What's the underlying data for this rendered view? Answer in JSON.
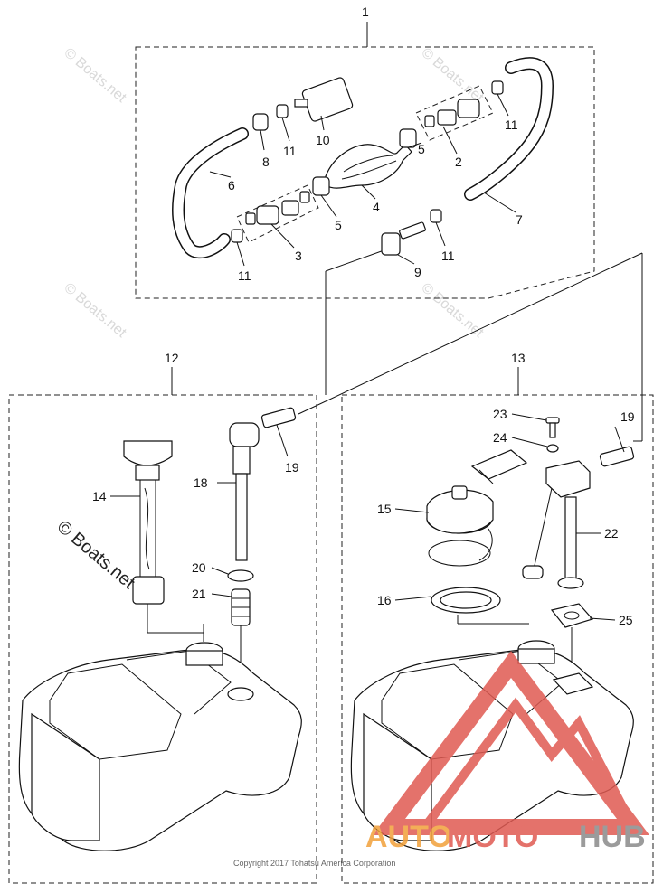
{
  "diagram": {
    "callouts": {
      "c1": "1",
      "c2": "2",
      "c3": "3",
      "c4": "4",
      "c5a": "5",
      "c5b": "5",
      "c6": "6",
      "c7": "7",
      "c8": "8",
      "c9": "9",
      "c10": "10",
      "c11a": "11",
      "c11b": "11",
      "c11c": "11",
      "c11d": "11",
      "c12": "12",
      "c13": "13",
      "c14": "14",
      "c15": "15",
      "c16": "16",
      "c18": "18",
      "c19a": "19",
      "c19b": "19",
      "c20": "20",
      "c21": "21",
      "c22": "22",
      "c23": "23",
      "c24": "24",
      "c25": "25"
    },
    "watermark": {
      "faint": "© Boats.net",
      "strong": "© Boats.net"
    },
    "copyright": "Copyright 2017 Tohatsu America Corporation",
    "brand": {
      "part1": "AUTO",
      "part2": "MOTO",
      "part3": "HUB",
      "colors": {
        "red": "#e05a52",
        "orange": "#f2a13a",
        "gray": "#8a8a8a"
      }
    }
  }
}
